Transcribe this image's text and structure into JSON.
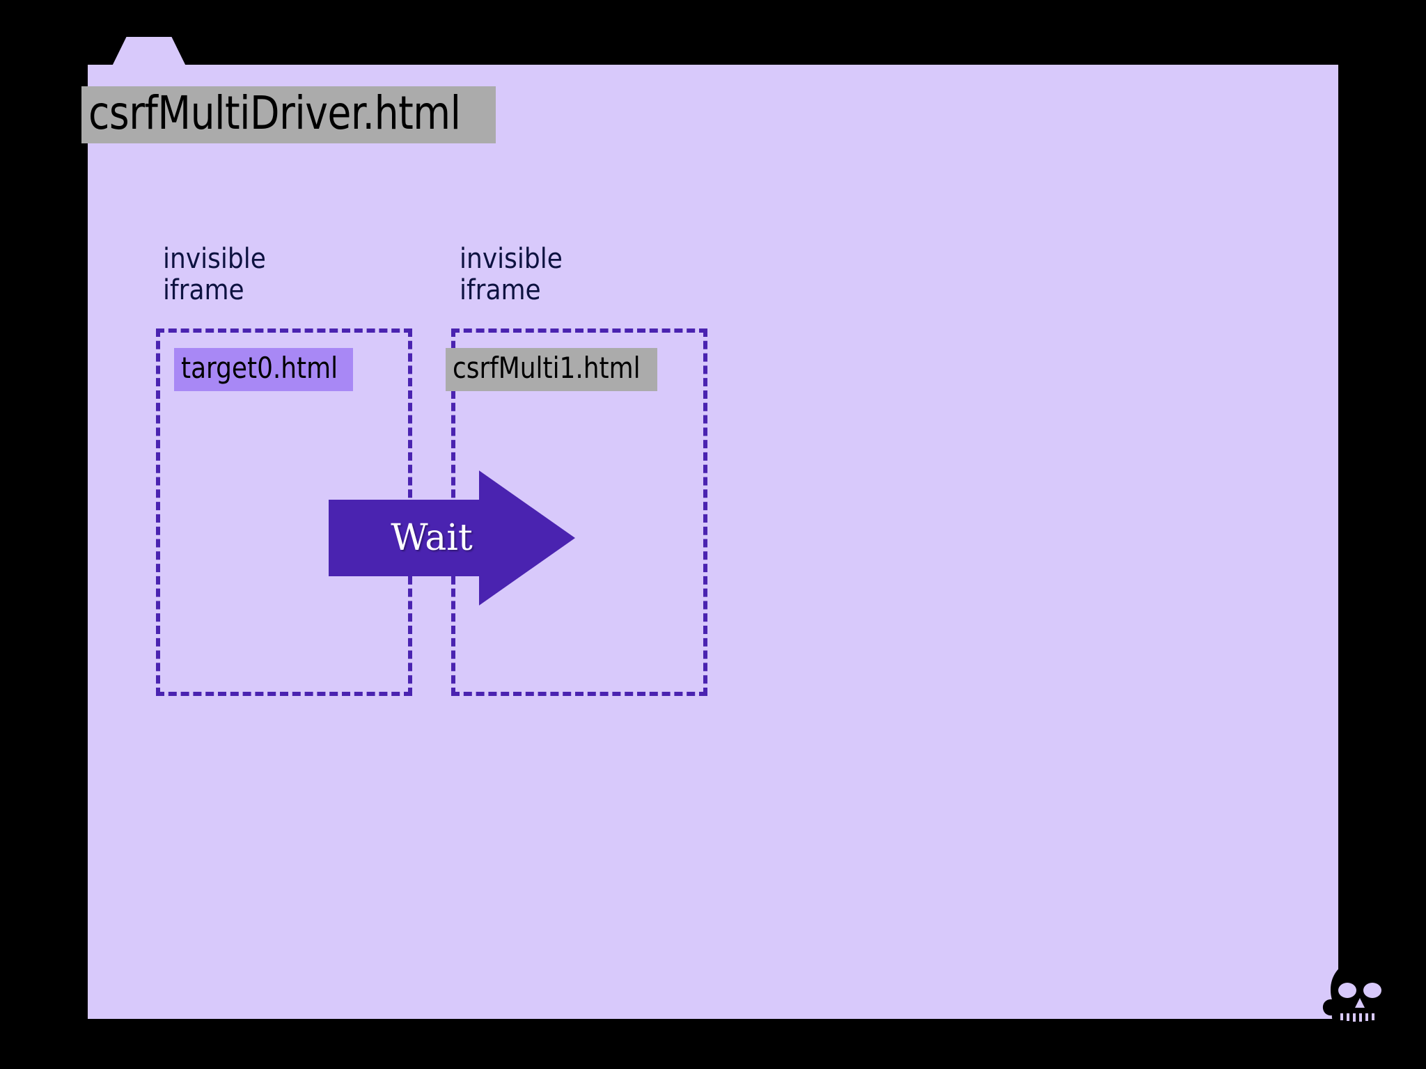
{
  "slide": {
    "background_color": "#000000",
    "panel_color": "#D8C9FB",
    "accent_color": "#4A23B0",
    "chip_grey": "#ABABAB",
    "chip_purple": "#A888F5",
    "title": "csrfMultiDriver.html"
  },
  "iframes": [
    {
      "caption": "invisible\niframe",
      "label": "target0.html",
      "label_style": "purple"
    },
    {
      "caption": "invisible\niframe",
      "label": "csrfMulti1.html",
      "label_style": "grey"
    }
  ],
  "arrow": {
    "label": "Wait",
    "color": "#4A23B0",
    "direction": "right"
  },
  "icons": {
    "skull": "skull-and-crossbones"
  }
}
